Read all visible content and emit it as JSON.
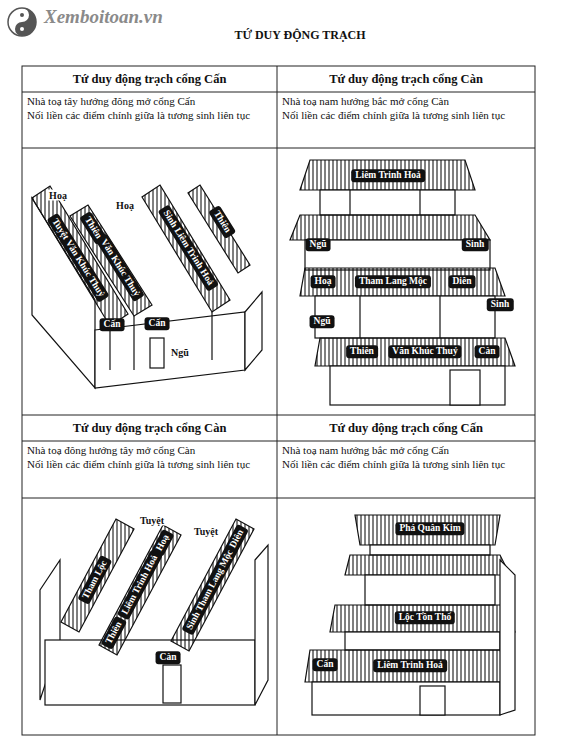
{
  "diagram": {
    "title": "TỨ DUY ĐỘNG TRẠCH",
    "nodes": [
      {
        "text": [
          "Tứ duy động trạch cổng Cấn"
        ]
      },
      {
        "text": [
          "Tứ duy động trạch cổng Càn"
        ]
      },
      {
        "text": [
          "Nhà toạ tây hướng đông mở cổng Cấn",
          "Nối liền các điểm chính giữa là tương sinh liên tục"
        ]
      },
      {
        "text": [
          "Nhà toạ nam hướng bắc mở cổng Càn",
          "Nối liền các điểm chính giữa là tương sinh liên tục"
        ]
      },
      {
        "text": [
          "Tuyệt Văn Khúc Thuỷ"
        ]
      },
      {
        "text": [
          "Cấn"
        ]
      },
      {
        "text": [
          "Thiên"
        ]
      },
      {
        "text": [
          "Văn Khúc Thuỷ"
        ]
      },
      {
        "text": [
          "Cấn"
        ]
      },
      {
        "text": [
          "Sinh Liêm Trinh Hoả"
        ]
      },
      {
        "text": [
          "Thiên"
        ]
      },
      {
        "text": [
          "Liêm Trinh Hoả"
        ]
      },
      {
        "text": [
          "Ngũ"
        ]
      },
      {
        "text": [
          "Sinh"
        ]
      },
      {
        "text": [
          "Hoạ"
        ]
      },
      {
        "text": [
          "Tham Lang Mộc"
        ]
      },
      {
        "text": [
          "Diên"
        ]
      },
      {
        "text": [
          "Ngũ"
        ]
      },
      {
        "text": [
          "Sinh"
        ]
      },
      {
        "text": [
          "Thiên"
        ]
      },
      {
        "text": [
          "Văn Khúc Thuỷ"
        ]
      },
      {
        "text": [
          "Càn"
        ]
      },
      {
        "text": [
          "Tứ duy động trạch cổng Càn"
        ]
      },
      {
        "text": [
          "Tứ duy động trạch cổng Cấn"
        ]
      },
      {
        "text": [
          "Nhà toạ đông hướng tây mở cổng Càn",
          "Nối liền các điểm chính giữa là tương sinh liên tục"
        ]
      },
      {
        "text": [
          "Nhà toạ nam hướng bắc mở cổng Cấn",
          "Nối liền các điểm chính giữa là tương sinh liên tục"
        ]
      },
      {
        "text": [
          "Tham Lộc"
        ]
      },
      {
        "text": [
          "Thiên"
        ]
      },
      {
        "text": [
          "Liêm Trinh Hoả"
        ]
      },
      {
        "text": [
          "Hoạ"
        ]
      },
      {
        "text": [
          "Sinh Tham Lang Mộc"
        ]
      },
      {
        "text": [
          "Diên"
        ]
      },
      {
        "text": [
          "Càn"
        ]
      },
      {
        "text": [
          "Phá Quân Kim"
        ]
      },
      {
        "text": [
          "Lộc Tồn Thổ"
        ]
      },
      {
        "text": [
          "Cấn"
        ]
      },
      {
        "text": [
          "Liêm Trinh Hoả"
        ]
      }
    ],
    "labels": [
      "Xemboitoan.vn",
      "Hoạ",
      "Hoạ",
      "Ngũ",
      "Tuyệt",
      "Tuyệt"
    ]
  }
}
